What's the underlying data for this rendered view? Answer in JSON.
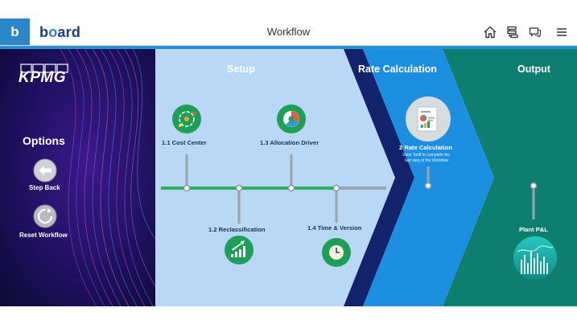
{
  "app": {
    "logo_letter": "b",
    "logo_word_start": "b",
    "logo_word_o": "o",
    "logo_word_end": "ard",
    "title": "Workflow"
  },
  "toolbar": {
    "icons": [
      "home-icon",
      "tree-structure-icon",
      "comments-icon",
      "menu-icon"
    ]
  },
  "sidebar": {
    "brand": "KPMG",
    "heading": "Options",
    "step_back_label": "Step Back",
    "reset_label": "Reset Workflow"
  },
  "sections": {
    "setup": "Setup",
    "rate": "Rate Calculation",
    "output": "Output"
  },
  "steps": {
    "cost_center": "1.1 Cost Center",
    "reclassification": "1.2 Reclassification",
    "allocation_driver": "1.3 Allocation Driver",
    "time_version": "1.4 Time & Version",
    "rate_calc": "2 Rate Calculation",
    "rate_desc_1": "Save Tariff to complete the",
    "rate_desc_2": "last step of the Workflow",
    "plant_pl": "Plant P&L"
  },
  "colors": {
    "accent": "#2a8fd6",
    "setup_bg": "#b9d8f5",
    "rate_bg": "#1d8fe0",
    "output_bg": "#0e7e70",
    "timeline": "#2fb061",
    "step_icon": "#1f9e58"
  }
}
